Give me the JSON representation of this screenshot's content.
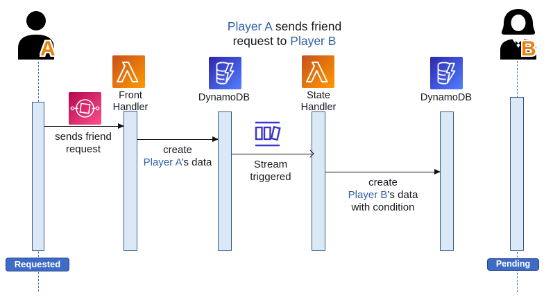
{
  "title": {
    "line1_blue": "Player A",
    "line1_rest": " sends friend",
    "line2_rest": "request to ",
    "line2_blue": "Player B"
  },
  "actors": {
    "player_a": {
      "label": "A",
      "status": "Requested"
    },
    "player_b": {
      "label": "B",
      "status": "Pending"
    }
  },
  "services": {
    "front_handler": {
      "line1": "Front",
      "line2": "Handler"
    },
    "dynamodb_1": {
      "label": "DynamoDB"
    },
    "state_handler": {
      "line1": "State",
      "line2": "Handler"
    },
    "dynamodb_2": {
      "label": "DynamoDB"
    }
  },
  "messages": {
    "send_request": {
      "line1": "sends friend",
      "line2": "request"
    },
    "create_a": {
      "line1": "create",
      "line2_blue": "Player A",
      "line2_rest": "’s data"
    },
    "stream": {
      "line1": "Stream",
      "line2": "triggered"
    },
    "create_b": {
      "line1": "create",
      "line2_blue": "Player B",
      "line2_rest": "’s data",
      "line3": "with condition"
    }
  },
  "icons": {
    "player_a": "person-icon",
    "player_b": "person-female-icon",
    "front_handler": "lambda-icon",
    "state_handler": "lambda-icon",
    "dynamodb": "dynamodb-icon",
    "stream": "dynamodb-stream-icon",
    "gateway": "api-gateway-icon"
  },
  "colors": {
    "accent_blue": "#2E5FA8",
    "text_black": "#16191F",
    "lifeline_blue": "#4472C4",
    "bar_fill": "#DBE9F7",
    "bar_border": "#31578E",
    "badge_fill": "#3D6BC6",
    "badge_border": "#24418E",
    "stream_indigo": "#3C35C8",
    "player_letter_orange": "#E8810C",
    "lambda_gradient_from": "#C8511B",
    "lambda_gradient_to": "#FF9900",
    "dynamodb_gradient_from": "#2E27AD",
    "dynamodb_gradient_to": "#527FFF",
    "api_gateway_gradient_from": "#B0084D",
    "api_gateway_gradient_to": "#FF4F8B"
  }
}
